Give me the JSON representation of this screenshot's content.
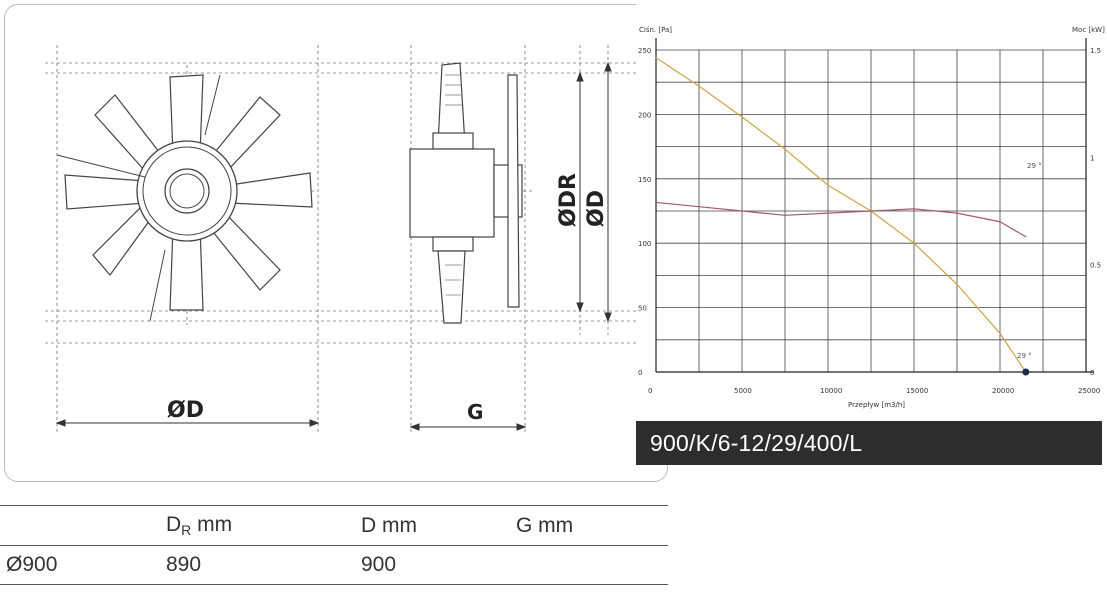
{
  "drawing": {
    "label_diameter_bottom": "ØD",
    "label_g": "G",
    "label_diameter_r": "ØDR",
    "label_diameter": "ØD"
  },
  "chart": {
    "y_left_title": "Ciśn. [Pa]",
    "y_right_title": "Moc [kW]",
    "x_title": "Przepływ [m3/h]",
    "curve_label_pressure": "29 °",
    "curve_label_power": "29 °",
    "y_left_ticks": [
      "250",
      "200",
      "150",
      "100",
      "50",
      "0"
    ],
    "y_right_ticks": [
      "1.5",
      "1",
      "0.5",
      "0"
    ],
    "x_ticks": [
      "0",
      "5000",
      "10000",
      "15000",
      "20000",
      "25000"
    ]
  },
  "chart_data": {
    "type": "line",
    "xlabel": "Przepływ [m3/h]",
    "ylabel": "Ciśn. [Pa]",
    "y2label": "Moc [kW]",
    "xlim": [
      0,
      25000
    ],
    "ylim": [
      0,
      250
    ],
    "y2lim": [
      0,
      1.5
    ],
    "grid": true,
    "series": [
      {
        "name": "29 °",
        "axis": "left",
        "x": [
          0,
          2500,
          5000,
          7500,
          10000,
          12500,
          15000,
          17500,
          20000,
          21500
        ],
        "y": [
          244,
          222,
          198,
          173,
          145,
          125,
          100,
          68,
          30,
          0
        ]
      },
      {
        "name": "29 °",
        "axis": "right",
        "x": [
          0,
          2500,
          5000,
          7500,
          10000,
          12500,
          15000,
          17500,
          20000,
          21500
        ],
        "y": [
          0.79,
          0.77,
          0.75,
          0.73,
          0.74,
          0.75,
          0.76,
          0.74,
          0.7,
          0.63
        ]
      }
    ]
  },
  "model": {
    "code": "900/K/6-12/29/400/L"
  },
  "table": {
    "headers": [
      "",
      "D",
      "R",
      "mm",
      "D mm",
      "G mm"
    ],
    "row": {
      "size": "Ø900",
      "dr": "890",
      "d": "900",
      "g": ""
    }
  }
}
